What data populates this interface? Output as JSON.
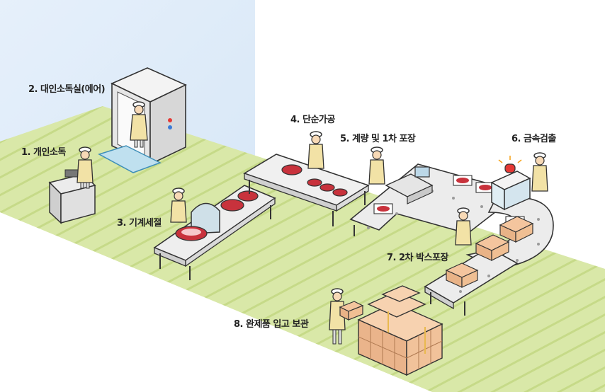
{
  "steps": [
    {
      "id": 1,
      "label": "1. 개인소독"
    },
    {
      "id": 2,
      "label": "2. 대인소독실(에어)"
    },
    {
      "id": 3,
      "label": "3. 기계세절"
    },
    {
      "id": 4,
      "label": "4. 단순가공"
    },
    {
      "id": 5,
      "label": "5. 계량 및 1차 포장"
    },
    {
      "id": 6,
      "label": "6. 금속검출"
    },
    {
      "id": 7,
      "label": "7. 2차 박스포장"
    },
    {
      "id": 8,
      "label": "8. 완제품 입고 보관"
    }
  ],
  "colors": {
    "floor_green": "#d9e8a8",
    "floor_stripe": "#c6da88",
    "clean_zone_blue": "#dbe9f7",
    "meat_red": "#c8323c",
    "meat_fat": "#f6c9cc",
    "box_orange": "#f4c59e",
    "box_tape": "#e9b94f",
    "alarm_red": "#e53935",
    "worker_apron": "#f2e2a6",
    "conveyor_gray": "#e8e8e8"
  },
  "icons": {
    "alarm": "alarm-light-icon",
    "meat": "meat-cut-icon",
    "box": "box-icon",
    "worker": "worker-icon"
  }
}
